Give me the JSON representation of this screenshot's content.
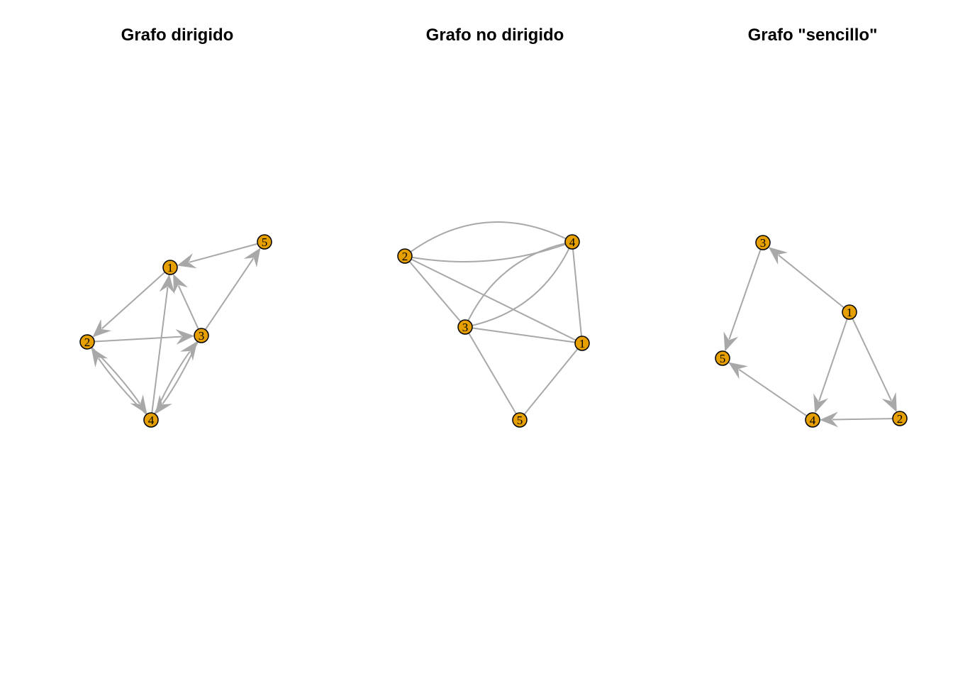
{
  "colors": {
    "node_fill": "#E69F00",
    "node_stroke": "#000000",
    "edge": "#A8A8A8",
    "background": "#FFFFFF"
  },
  "panels": [
    {
      "title": "Grafo dirigido",
      "directed": true,
      "nodes": [
        "1",
        "2",
        "3",
        "4",
        "5"
      ],
      "edges": [
        {
          "from": "1",
          "to": "2"
        },
        {
          "from": "2",
          "to": "3"
        },
        {
          "from": "3",
          "to": "1"
        },
        {
          "from": "3",
          "to": "4"
        },
        {
          "from": "4",
          "to": "3"
        },
        {
          "from": "2",
          "to": "4"
        },
        {
          "from": "4",
          "to": "2"
        },
        {
          "from": "4",
          "to": "1"
        },
        {
          "from": "3",
          "to": "5"
        },
        {
          "from": "5",
          "to": "1"
        }
      ]
    },
    {
      "title": "Grafo no dirigido",
      "directed": false,
      "nodes": [
        "1",
        "2",
        "3",
        "4",
        "5"
      ],
      "edges": [
        {
          "from": "2",
          "to": "4"
        },
        {
          "from": "2",
          "to": "4"
        },
        {
          "from": "3",
          "to": "4"
        },
        {
          "from": "3",
          "to": "4"
        },
        {
          "from": "2",
          "to": "3"
        },
        {
          "from": "2",
          "to": "1"
        },
        {
          "from": "3",
          "to": "1"
        },
        {
          "from": "4",
          "to": "1"
        },
        {
          "from": "3",
          "to": "5"
        },
        {
          "from": "5",
          "to": "1"
        }
      ]
    },
    {
      "title": "Grafo \"sencillo\"",
      "directed": true,
      "nodes": [
        "1",
        "2",
        "3",
        "4",
        "5"
      ],
      "edges": [
        {
          "from": "1",
          "to": "3"
        },
        {
          "from": "3",
          "to": "5"
        },
        {
          "from": "1",
          "to": "4"
        },
        {
          "from": "1",
          "to": "2"
        },
        {
          "from": "2",
          "to": "4"
        },
        {
          "from": "4",
          "to": "5"
        }
      ]
    }
  ]
}
